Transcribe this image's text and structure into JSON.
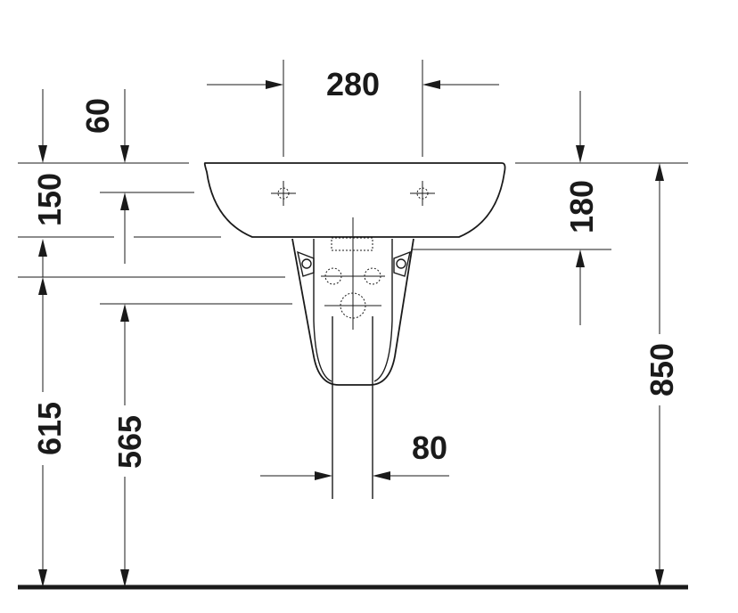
{
  "drawing": {
    "dimensions": {
      "tap_hole_spacing": "280",
      "bowl_depth": "60",
      "rim_to_fixing": "150",
      "basin_height": "180",
      "floor_to_rim": "850",
      "floor_to_waste": "615",
      "floor_to_pedestal_top": "565",
      "pedestal_width": "80"
    },
    "colors": {
      "line": "#1a1a1a",
      "background": "#ffffff"
    }
  }
}
